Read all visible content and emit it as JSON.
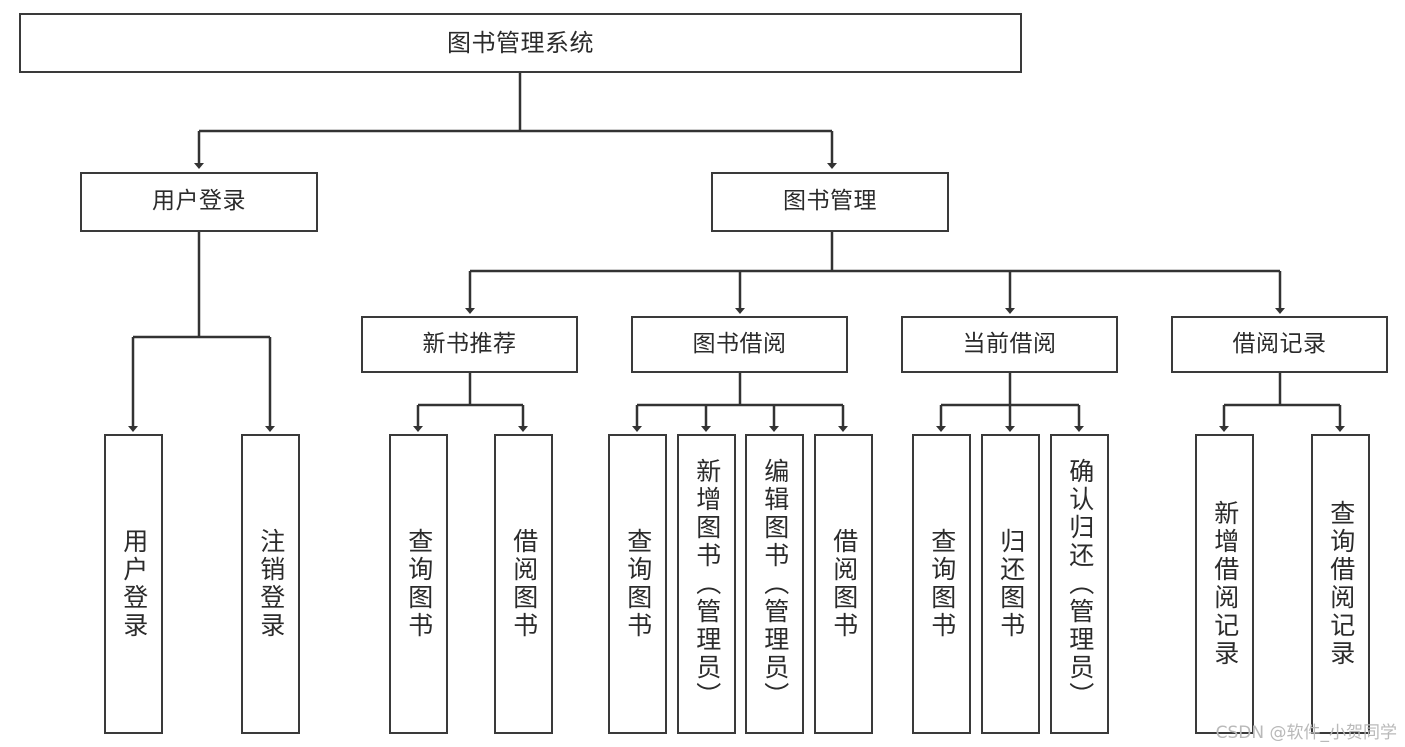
{
  "diagram": {
    "title": "图书管理系统",
    "type": "tree",
    "watermark": "CSDN @软件_小贺同学",
    "colors": {
      "background": "#ffffff",
      "box_border": "#3a3a3a",
      "box_fill": "#ffffff",
      "text": "#2b2b2b",
      "connector": "#333333",
      "watermark": "#b9b9b9"
    },
    "root": {
      "label": "图书管理系统"
    },
    "level2": [
      {
        "label": "用户登录"
      },
      {
        "label": "图书管理"
      }
    ],
    "level3": [
      {
        "label": "新书推荐"
      },
      {
        "label": "图书借阅"
      },
      {
        "label": "当前借阅"
      },
      {
        "label": "借阅记录"
      }
    ],
    "leaves": {
      "user_login": [
        {
          "label": "用户登录"
        },
        {
          "label": "注销登录"
        }
      ],
      "new_book_recommend": [
        {
          "label": "查询图书"
        },
        {
          "label": "借阅图书"
        }
      ],
      "book_borrow": [
        {
          "label": "查询图书"
        },
        {
          "label": "新增图书（管理员）"
        },
        {
          "label": "编辑图书（管理员）"
        },
        {
          "label": "借阅图书"
        }
      ],
      "current_borrow": [
        {
          "label": "查询图书"
        },
        {
          "label": "归还图书"
        },
        {
          "label": "确认归还（管理员）"
        }
      ],
      "borrow_record": [
        {
          "label": "新增借阅记录"
        },
        {
          "label": "查询借阅记录"
        }
      ]
    }
  }
}
